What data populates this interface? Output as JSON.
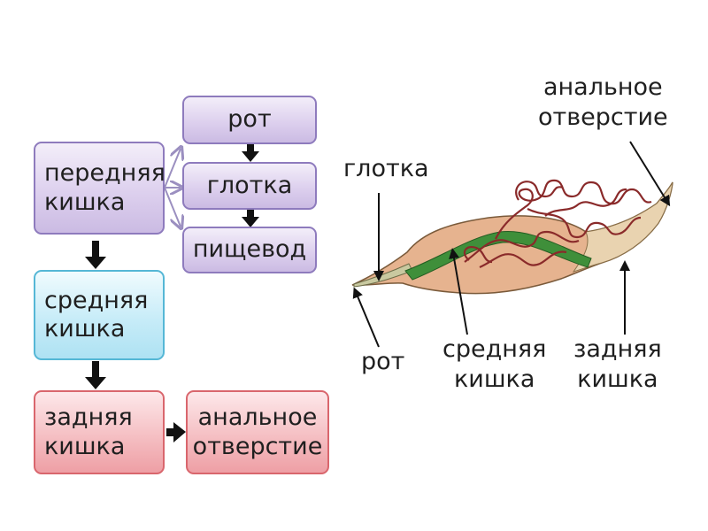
{
  "flowchart": {
    "foregut": [
      "передняя",
      "кишка"
    ],
    "mouth": "рот",
    "pharynx": "глотка",
    "esophagus": "пищевод",
    "midgut": [
      "средняя",
      "кишка"
    ],
    "hindgut": [
      "задняя",
      "кишка"
    ],
    "anus": [
      "анальное",
      "отверстие"
    ]
  },
  "anatomy": {
    "anus": [
      "анальное",
      "отверстие"
    ],
    "pharynx": "глотка",
    "mouth": "рот",
    "midgut": [
      "средняя",
      "кишка"
    ],
    "hindgut": [
      "задняя",
      "кишка"
    ]
  },
  "colors": {
    "foregut_boxes": "#ddd0ee",
    "midgut_box": "#c7ecf8",
    "hindgut_boxes": "#f5bfc3",
    "worm_body": "#e8b896",
    "gut_green": "#3f8f3a",
    "tubules": "#8a2a2a"
  }
}
